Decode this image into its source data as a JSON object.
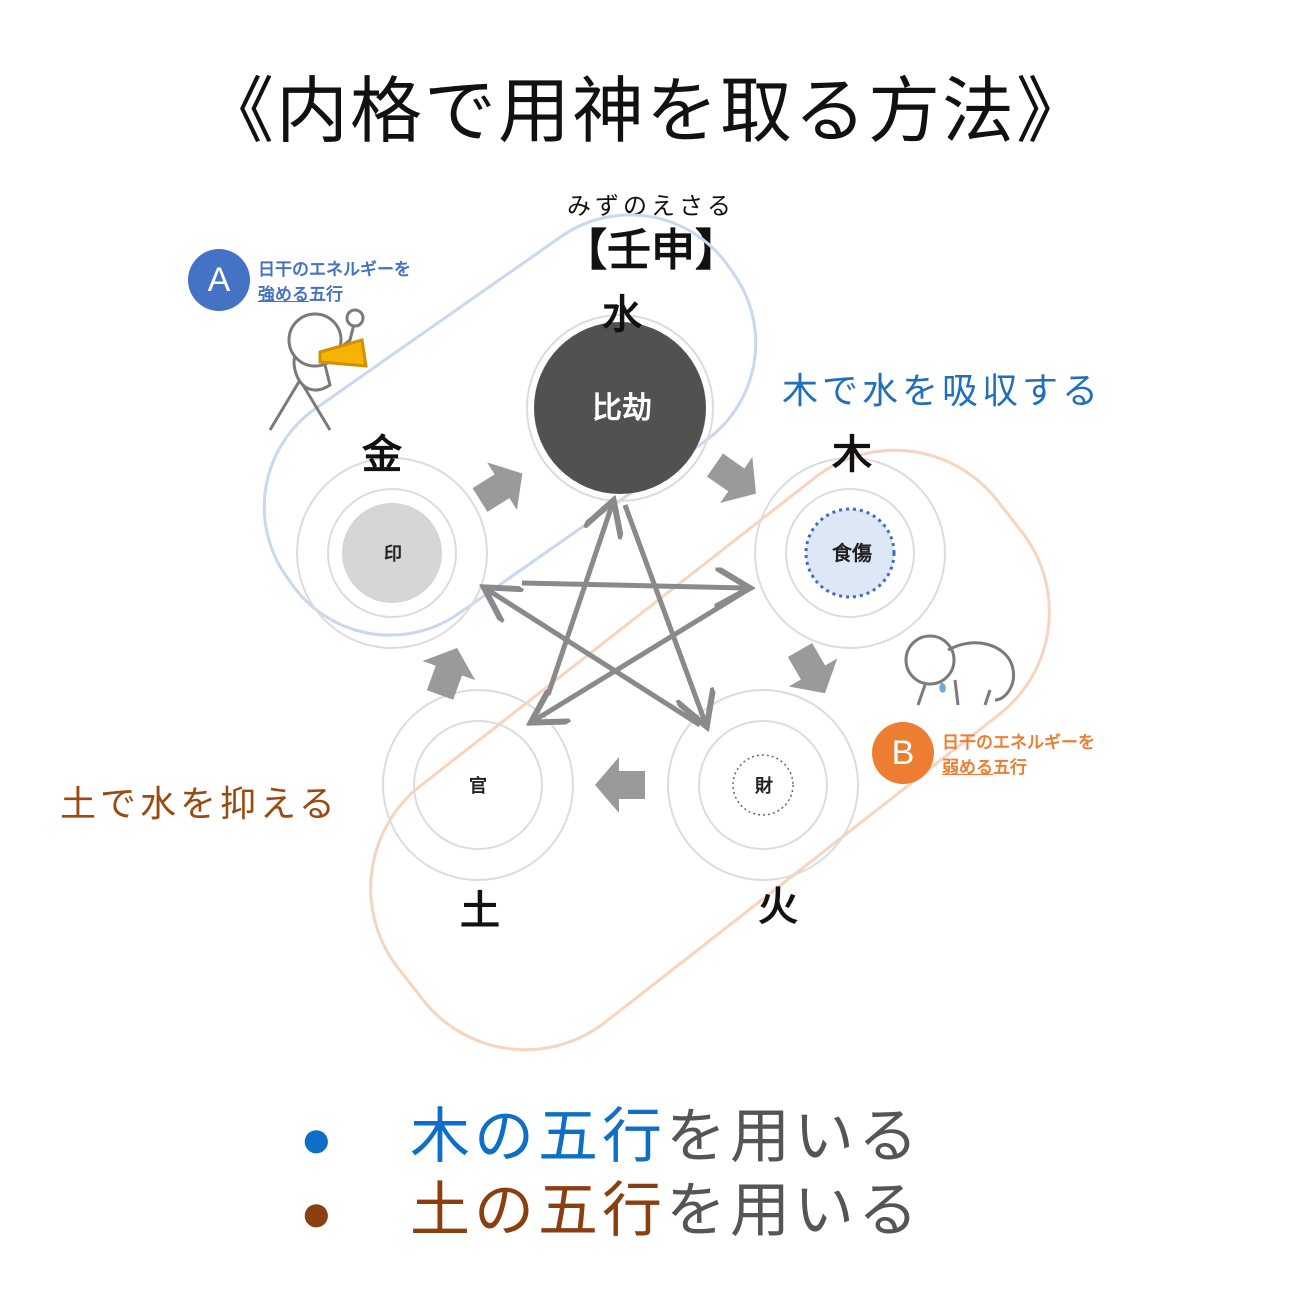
{
  "title": "《内格で用神を取る方法》",
  "pillar": {
    "reading": "みずのえさる",
    "label": "【壬申】"
  },
  "elements": {
    "water": "水",
    "wood": "木",
    "fire": "火",
    "earth": "土",
    "metal": "金"
  },
  "gods": {
    "hikou": "比劫",
    "shokushou": "食傷",
    "zai": "財",
    "kan": "官",
    "in": "印"
  },
  "notes": {
    "blue": "木で水を吸収する",
    "brown": "土で水を抑える"
  },
  "badges": {
    "a": {
      "letter": "A",
      "line1": "日干のエネルギーを",
      "line2_underlined": "強める",
      "line2_rest": "五行"
    },
    "b": {
      "letter": "B",
      "line1": "日干のエネルギーを",
      "line2_underlined": "弱める",
      "line2_rest": "五行"
    }
  },
  "bullets": [
    {
      "dot": "●",
      "highlight": "木の五行",
      "rest": "を用いる",
      "color": "#0f6fc6"
    },
    {
      "dot": "●",
      "highlight": "土の五行",
      "rest": "を用いる",
      "color": "#8b3f10"
    }
  ],
  "colors": {
    "blue_group": "#c9d8ef",
    "orange_group": "#f8d4bf",
    "arrow": "#8a8a8a",
    "hikou_fill": "#555555"
  }
}
